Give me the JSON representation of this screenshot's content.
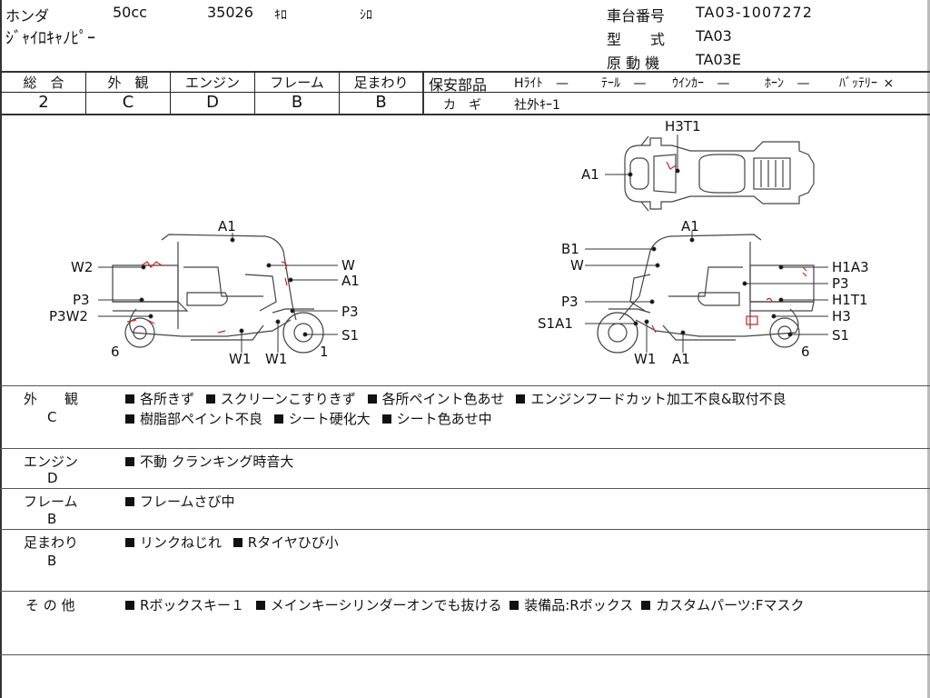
{
  "header": {
    "maker": "ホンダ",
    "displacement": "50cc",
    "mileage": "35026",
    "mileage_unit": "ｷﾛ",
    "color": "ｼﾛ",
    "model_name": "ｼﾞｬｲﾛｷｬﾉﾋﾟｰ",
    "chassis_label": "車台番号",
    "chassis_value": "TA03-1007272",
    "type_label": "型　　式",
    "type_value": "TA03",
    "engine_label": "原 動 機",
    "engine_value": "TA03E"
  },
  "grades": {
    "headers": [
      "総　合",
      "外　観",
      "エンジン",
      "フレーム",
      "足まわり"
    ],
    "values": [
      "2",
      "C",
      "D",
      "B",
      "B"
    ]
  },
  "safety": {
    "label": "保安部品",
    "items": [
      {
        "name": "Hﾗｲﾄ",
        "status": "—"
      },
      {
        "name": "ﾃｰﾙ",
        "status": "—"
      },
      {
        "name": "ｳｲﾝｶｰ",
        "status": "—"
      },
      {
        "name": "ﾎｰﾝ",
        "status": "—"
      },
      {
        "name": "ﾊﾞｯﾃﾘｰ",
        "status": "×"
      }
    ],
    "key_label": "カ　ギ",
    "key_value": "社外ｷｰ1"
  },
  "diagram": {
    "top_view": {
      "labels": [
        "H3T1",
        "A1"
      ]
    },
    "left_view": {
      "labels": [
        "A1",
        "W2",
        "W",
        "A1",
        "P3",
        "P3",
        "P3W2",
        "S1",
        "6",
        "W1",
        "W1",
        "1"
      ]
    },
    "right_view": {
      "labels": [
        "A1",
        "B1",
        "W",
        "H1A3",
        "P3",
        "P3",
        "H1T1",
        "S1A1",
        "H3",
        "S1",
        "W1",
        "A1",
        "6"
      ]
    }
  },
  "remarks": [
    {
      "label": "外　　観",
      "grade": "C",
      "lines": [
        [
          "各所きず",
          "スクリーンこすりきず",
          "各所ペイント色あせ",
          "エンジンフードカット加工不良&取付不良"
        ],
        [
          "樹脂部ペイント不良",
          "シート硬化大",
          "シート色あせ中"
        ]
      ]
    },
    {
      "label": "エンジン",
      "grade": "D",
      "lines": [
        [
          "不動 クランキング時音大"
        ]
      ]
    },
    {
      "label": "フレーム",
      "grade": "B",
      "lines": [
        [
          "フレームさび中"
        ]
      ]
    },
    {
      "label": "足まわり",
      "grade": "B",
      "lines": [
        [
          "リンクねじれ",
          "Rタイヤひび小"
        ]
      ]
    },
    {
      "label": "そ の 他",
      "grade": "",
      "lines": [
        [
          "Rボックスキー１",
          "メインキーシリンダーオンでも抜ける",
          "装備品:Rボックス",
          "カスタムパーツ:Fマスク"
        ]
      ]
    }
  ],
  "colors": {
    "line": "#222222",
    "damage_mark": "#cc2222"
  }
}
